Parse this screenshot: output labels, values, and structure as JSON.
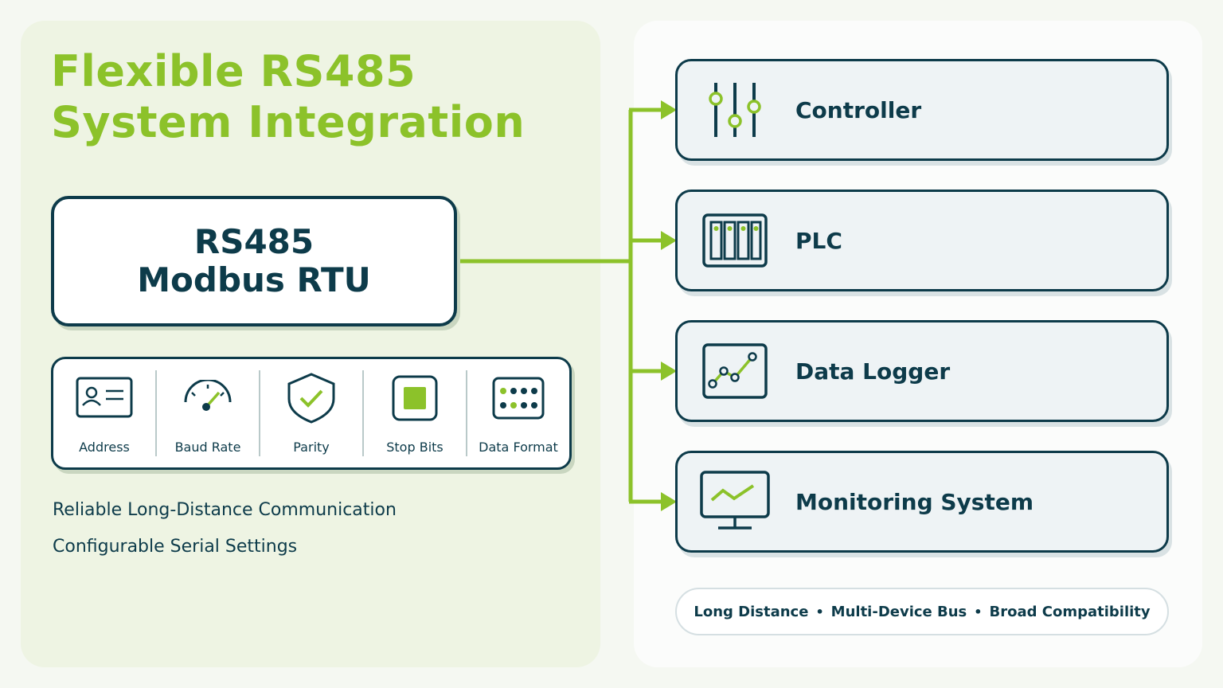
{
  "title": {
    "line1": "Flexible RS485",
    "line2": "System Integration"
  },
  "protocol_box": {
    "line1": "RS485",
    "line2": "Modbus RTU"
  },
  "settings": [
    {
      "label": "Address",
      "icon": "id-card-icon"
    },
    {
      "label": "Baud Rate",
      "icon": "gauge-icon"
    },
    {
      "label": "Parity",
      "icon": "shield-check-icon"
    },
    {
      "label": "Stop Bits",
      "icon": "stop-square-icon"
    },
    {
      "label": "Data Format",
      "icon": "dot-grid-icon"
    }
  ],
  "features": [
    "Reliable Long-Distance Communication",
    "Configurable Serial Settings"
  ],
  "devices": [
    {
      "label": "Controller",
      "icon": "sliders-icon"
    },
    {
      "label": "PLC",
      "icon": "plc-rack-icon"
    },
    {
      "label": "Data Logger",
      "icon": "line-graph-icon"
    },
    {
      "label": "Monitoring System",
      "icon": "monitor-icon"
    }
  ],
  "tags": [
    "Long Distance",
    "Multi-Device Bus",
    "Broad Compatibility"
  ],
  "colors": {
    "accent": "#8cc22a",
    "navy": "#0d3b4a",
    "left_panel": "#eef4e3",
    "device_fill": "#eef3f5"
  }
}
